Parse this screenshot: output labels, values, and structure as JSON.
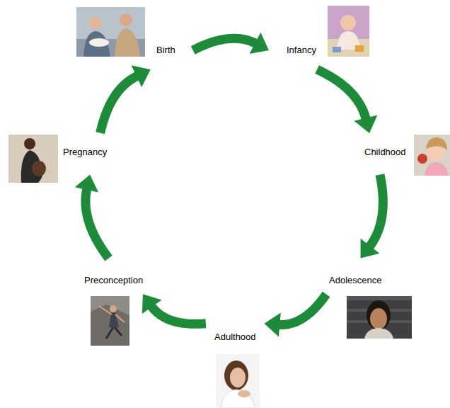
{
  "diagram": {
    "nodes": [
      {
        "text": [
          "Birth"
        ]
      },
      {
        "text": [
          "Infancy"
        ]
      },
      {
        "text": [
          "Childhood"
        ]
      },
      {
        "text": [
          "Adolescence"
        ]
      },
      {
        "text": [
          "Adulthood"
        ]
      },
      {
        "text": [
          "Preconception"
        ]
      },
      {
        "text": [
          "Pregnancy"
        ]
      }
    ],
    "edges": [
      {
        "from": 0,
        "to": 1,
        "arrow": "to"
      },
      {
        "from": 1,
        "to": 2,
        "arrow": "to"
      },
      {
        "from": 2,
        "to": 3,
        "arrow": "to"
      },
      {
        "from": 3,
        "to": 4,
        "arrow": "to"
      },
      {
        "from": 4,
        "to": 5,
        "arrow": "to"
      },
      {
        "from": 5,
        "to": 6,
        "arrow": "to"
      },
      {
        "from": 6,
        "to": 0,
        "arrow": "to"
      }
    ]
  }
}
